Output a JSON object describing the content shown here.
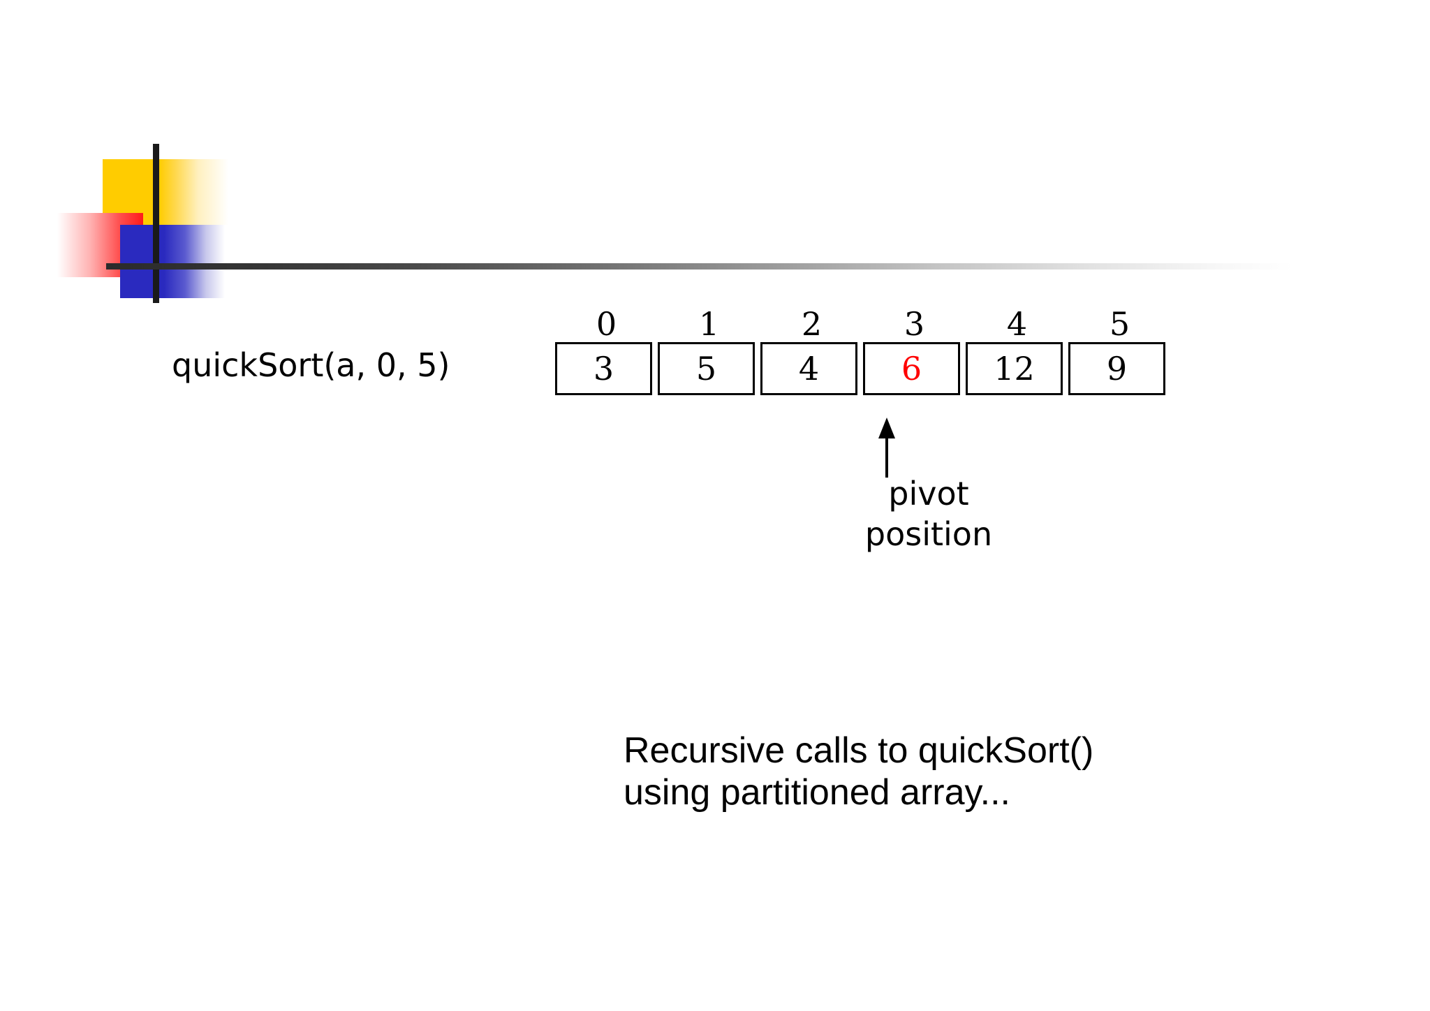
{
  "slide": {
    "call_label": "quickSort(a, 0, 5)",
    "note_line1": "Recursive calls to quickSort()",
    "note_line2": "using partitioned array..."
  },
  "logo": {
    "yellow": "#FFCC00",
    "red": "#FF1A1A",
    "blue": "#2A2ABF",
    "bar": "#1a1a1a"
  },
  "array": {
    "indices": [
      "0",
      "1",
      "2",
      "3",
      "4",
      "5"
    ],
    "values": [
      "3",
      "5",
      "4",
      "6",
      "12",
      "9"
    ],
    "pivot_index": 3,
    "pivot_value": "6",
    "pivot_color": "#FF0000"
  },
  "pivot": {
    "line1": "pivot",
    "line2": "position"
  }
}
